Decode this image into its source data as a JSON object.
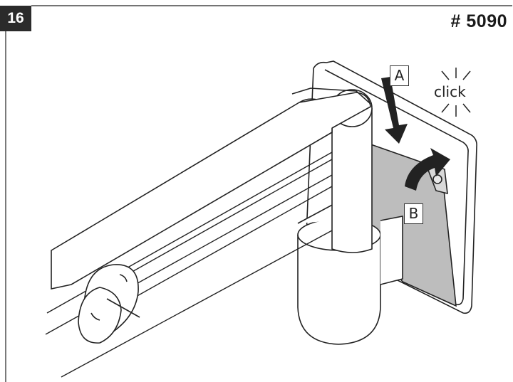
{
  "step": {
    "number": "16"
  },
  "part": {
    "number": "# 5090"
  },
  "labels": {
    "a": "A",
    "b": "B",
    "click": "click"
  },
  "icons": {
    "arrow_a": "arrow-down-icon",
    "arrow_b": "curved-arrow-icon",
    "click_burst": "click-burst-icon"
  }
}
